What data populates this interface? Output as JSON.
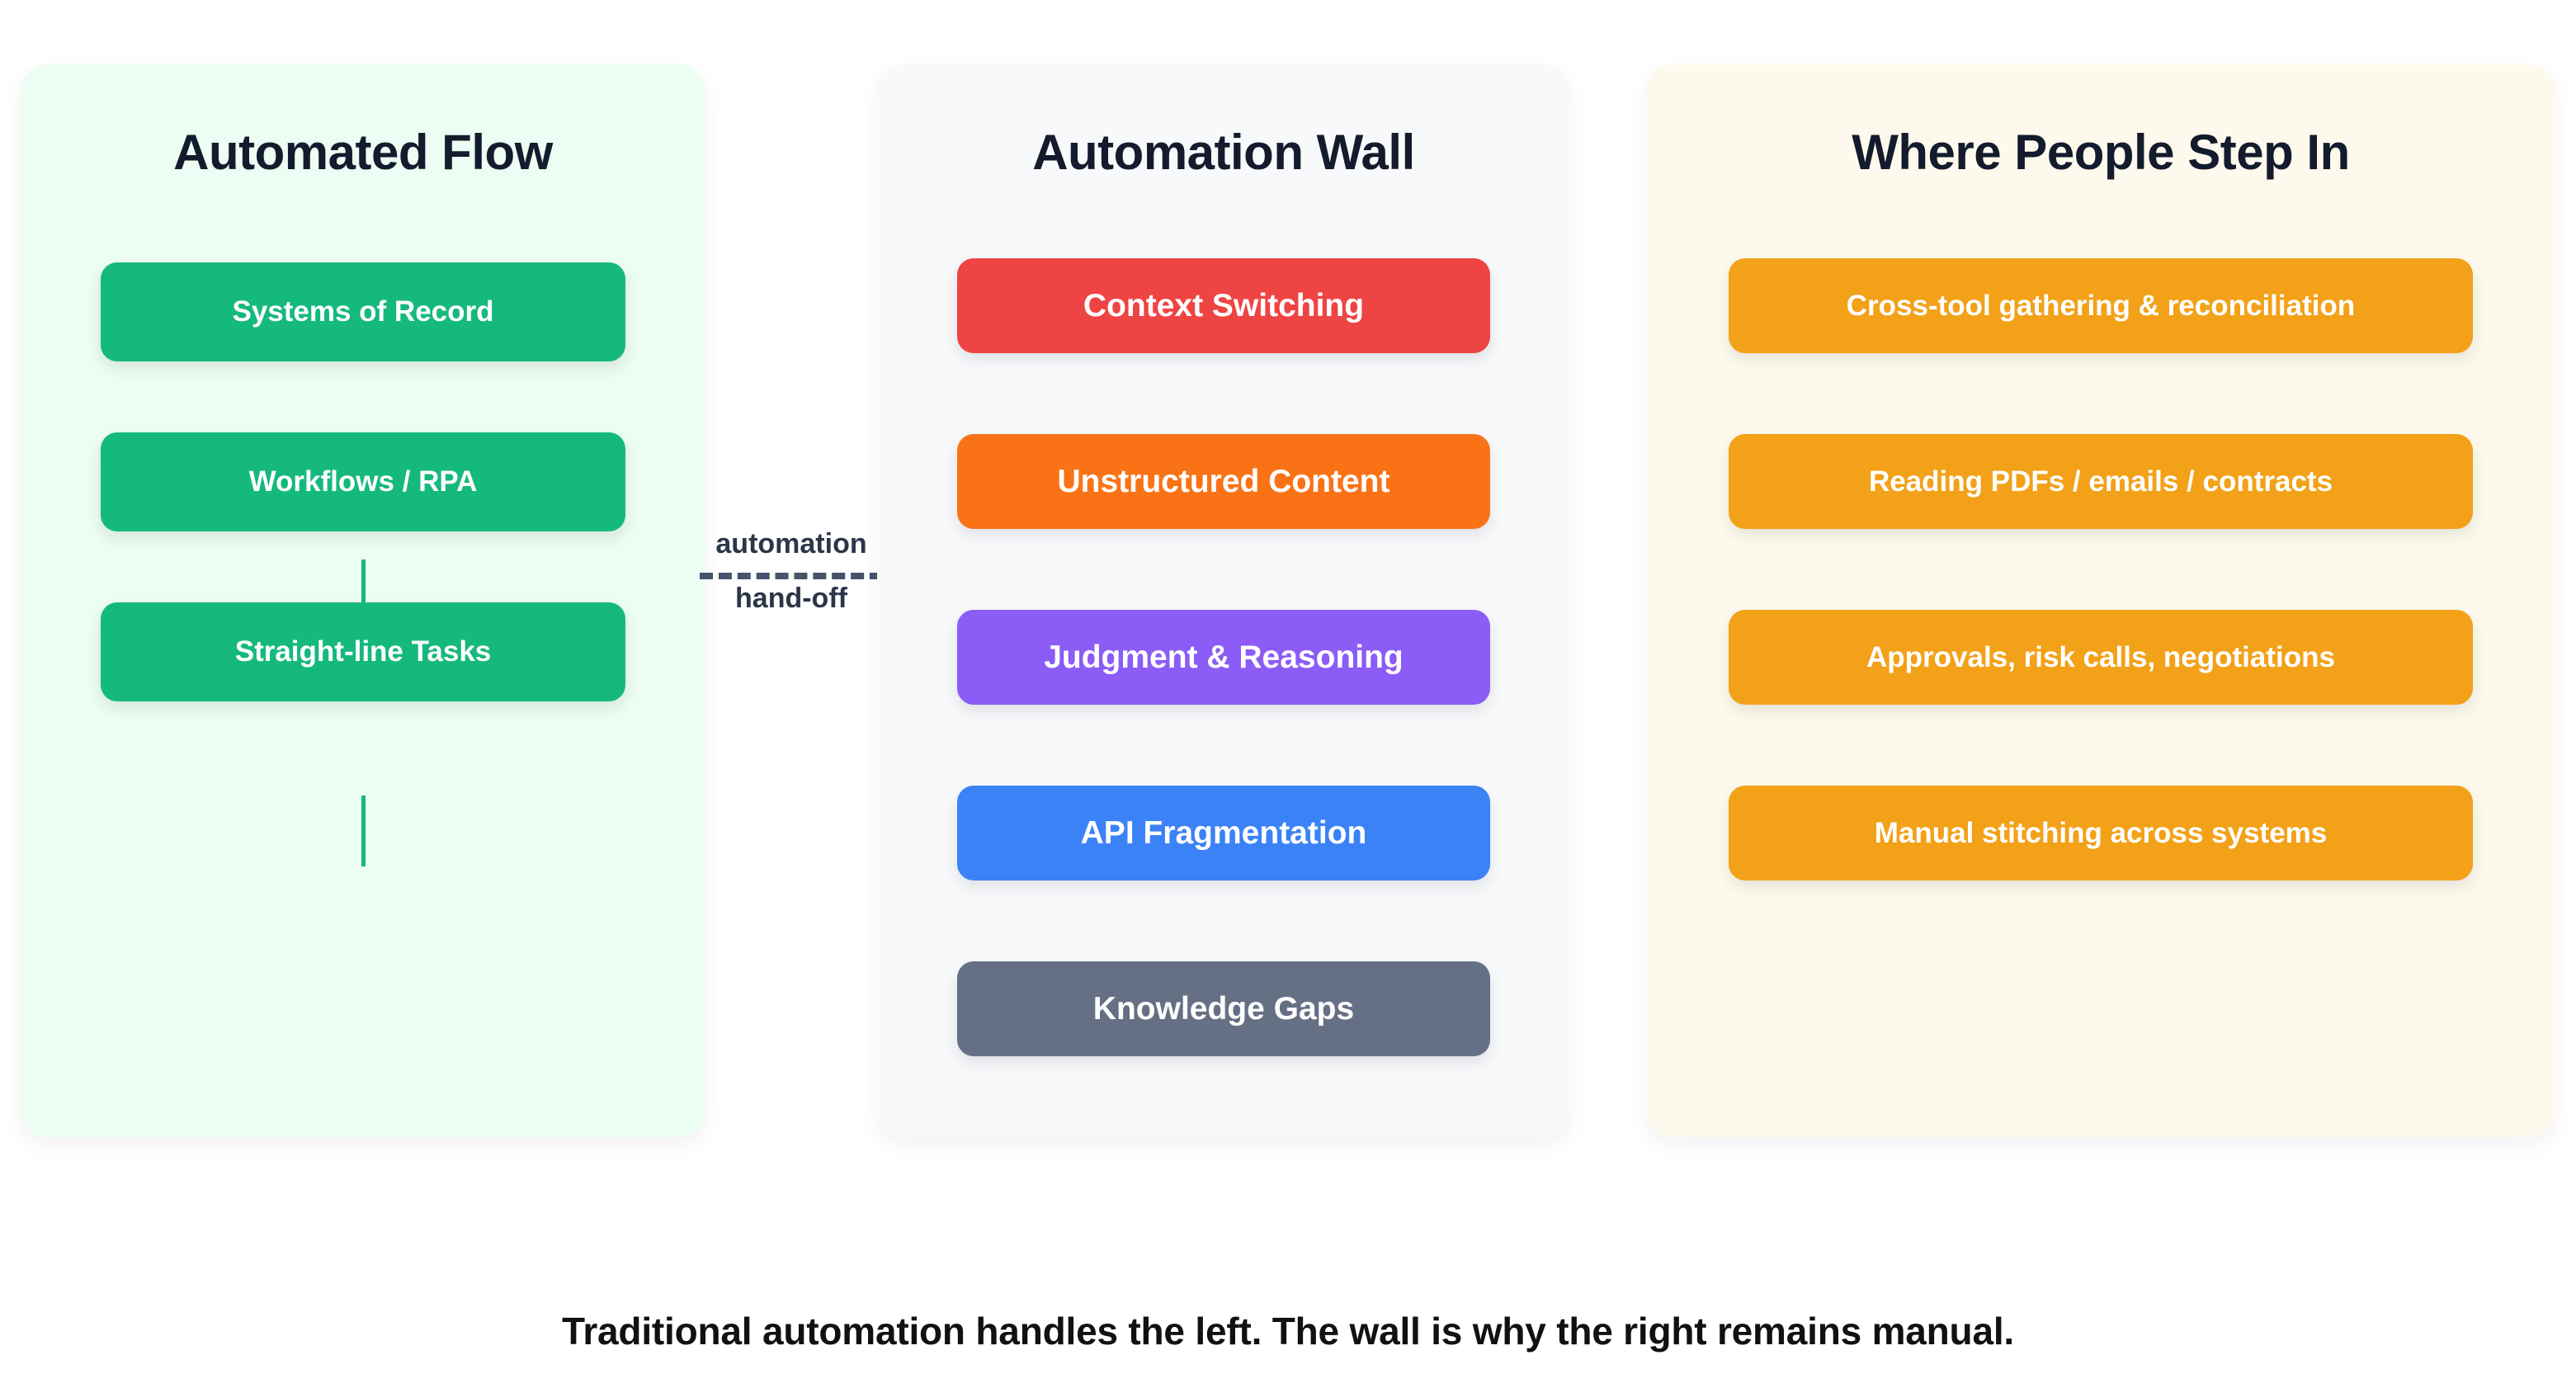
{
  "panels": [
    {
      "id": "automated-flow",
      "title": "Automated Flow",
      "background": "#ecfdf3",
      "node_color": "#15b97d",
      "has_connectors": true,
      "nodes": [
        {
          "label": "Systems of Record",
          "color": "#15b97d"
        },
        {
          "label": "Workflows / RPA",
          "color": "#15b97d"
        },
        {
          "label": "Straight-line Tasks",
          "color": "#15b97d"
        }
      ]
    },
    {
      "id": "automation-wall",
      "title": "Automation Wall",
      "background": "#f7f9fb",
      "has_connectors": false,
      "nodes": [
        {
          "label": "Context Switching",
          "color": "#ef4444"
        },
        {
          "label": "Unstructured Content",
          "color": "#f97316"
        },
        {
          "label": "Judgment & Reasoning",
          "color": "#8b5cf6"
        },
        {
          "label": "API Fragmentation",
          "color": "#3b82f6"
        },
        {
          "label": "Knowledge Gaps",
          "color": "#667085"
        }
      ]
    },
    {
      "id": "where-people-step-in",
      "title": "Where People Step In",
      "background": "#fdfaed",
      "node_color": "#f3a118",
      "has_connectors": false,
      "nodes": [
        {
          "label": "Cross-tool gathering & reconciliation",
          "color": "#f3a118"
        },
        {
          "label": "Reading PDFs / emails / contracts",
          "color": "#f3a118"
        },
        {
          "label": "Approvals, risk calls, negotiations",
          "color": "#f3a118"
        },
        {
          "label": "Manual stitching across systems",
          "color": "#f3a118"
        }
      ]
    }
  ],
  "handoff": {
    "line_top": "automation",
    "line_bottom": "hand-off",
    "divider_style": "dashed",
    "divider_color": "#47536b"
  },
  "caption": "Traditional automation handles the left. The wall is why the right remains manual."
}
